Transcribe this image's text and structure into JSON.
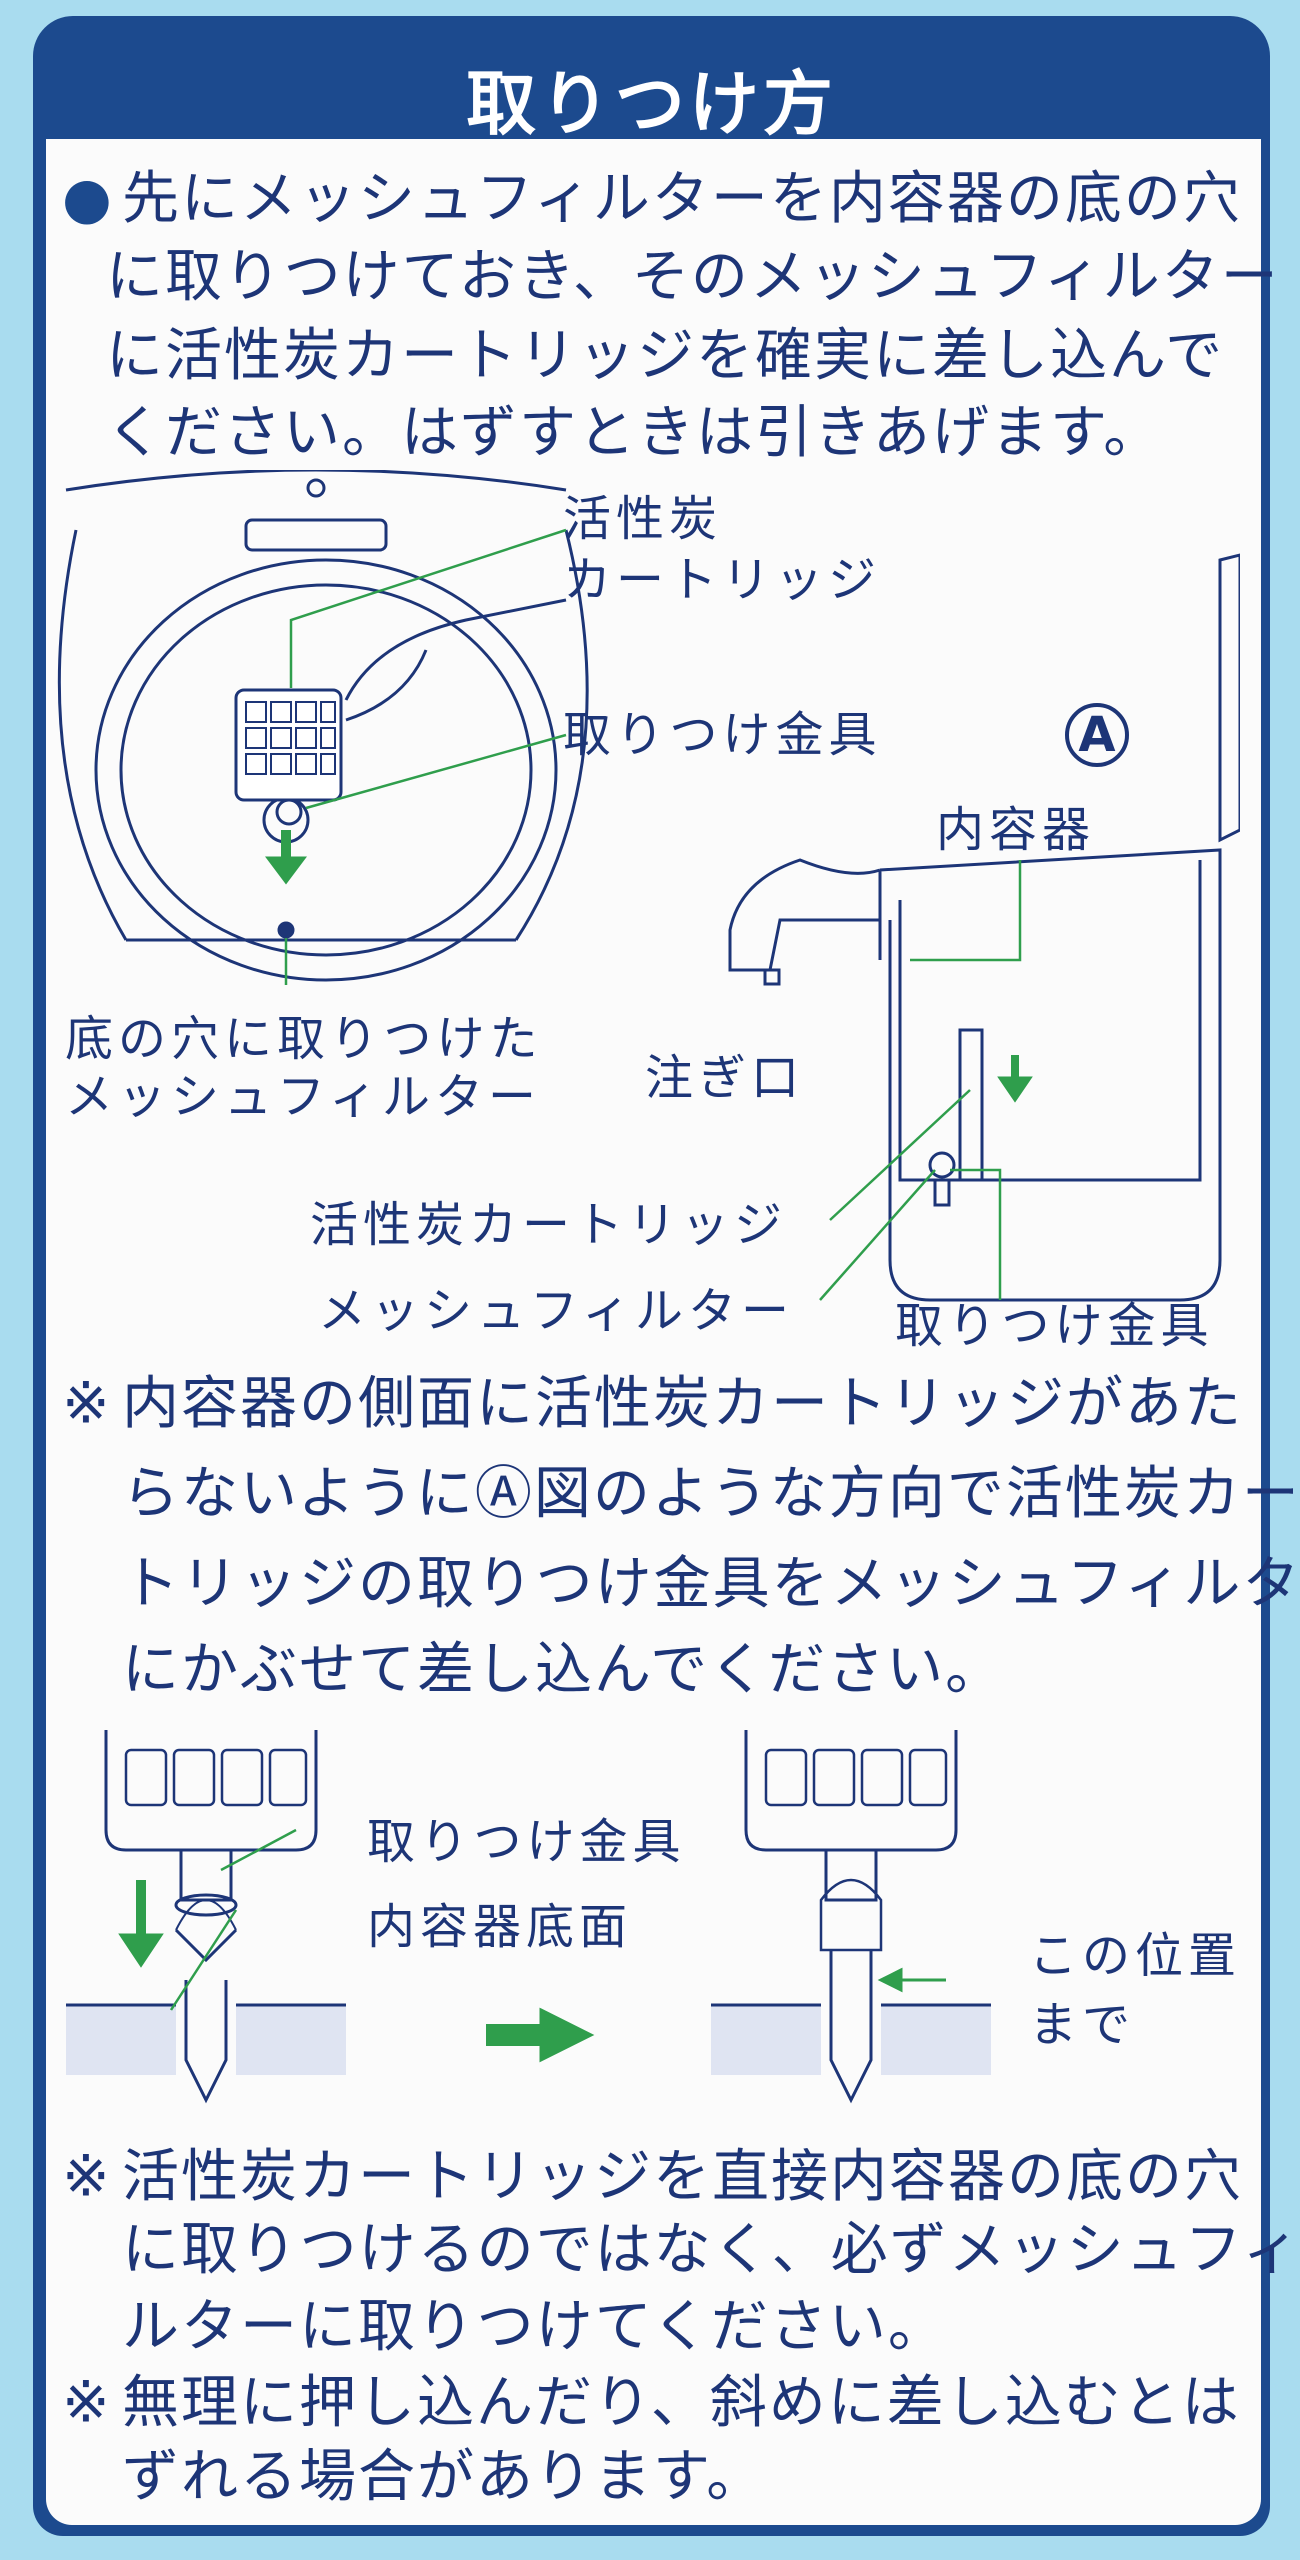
{
  "title": "取りつけ方",
  "para1": {
    "bullet": "●",
    "lines": [
      "先にメッシュフィルターを内容器の底の穴",
      "に取りつけておき、そのメッシュフィルター",
      "に活性炭カートリッジを確実に差し込んで",
      "ください。はずすときは引きあげます。"
    ]
  },
  "figure1": {
    "label_cartridge_1": "活性炭",
    "label_cartridge_2": "カートリッジ",
    "label_fitting": "取りつけ金具",
    "label_hole_1": "底の穴に取りつけた",
    "label_hole_2": "メッシュフィルター",
    "marker_a": "A",
    "label_inner": "内容器",
    "label_spout": "注ぎ口",
    "label_cartridge_side": "活性炭カートリッジ",
    "label_mesh_side": "メッシュフィルター",
    "label_fitting_side": "取りつけ金具"
  },
  "para2": {
    "mark": "※",
    "lines": [
      "内容器の側面に活性炭カートリッジがあた",
      "らないようにⒶ図のような方向で活性炭カー",
      "トリッジの取りつけ金具をメッシュフィルター",
      "にかぶせて差し込んでください。"
    ]
  },
  "figure2": {
    "label_fitting": "取りつけ金具",
    "label_bottom": "内容器底面",
    "label_position_1": "この位置",
    "label_position_2": "まで"
  },
  "para3": {
    "mark": "※",
    "lines": [
      "活性炭カートリッジを直接内容器の底の穴",
      "に取りつけるのではなく、必ずメッシュフィ",
      "ルターに取りつけてください。"
    ]
  },
  "para4": {
    "mark": "※",
    "lines": [
      "無理に押し込んだり、斜めに差し込むとは",
      "ずれる場合があります。"
    ]
  },
  "colors": {
    "navy": "#1c4a8e",
    "text": "#1d3577",
    "green": "#2f9e4c",
    "background": "#a9dcef"
  }
}
